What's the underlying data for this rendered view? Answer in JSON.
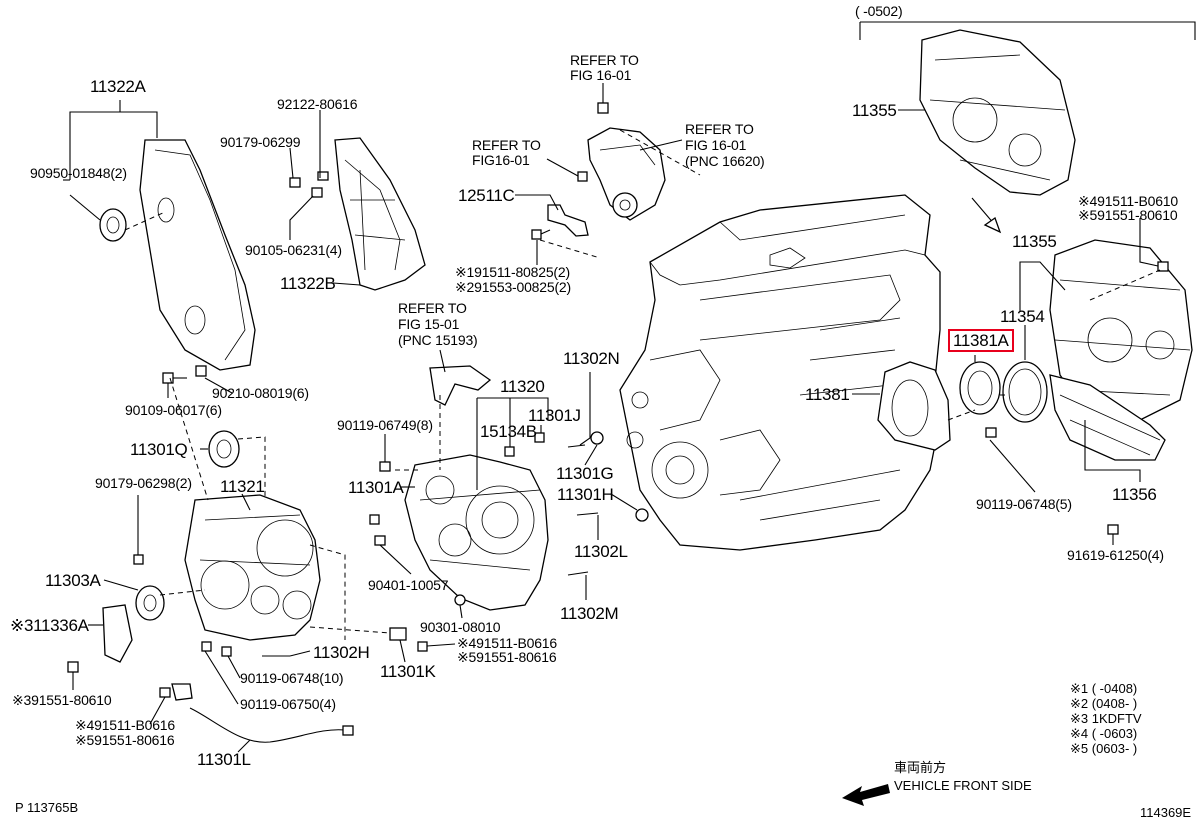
{
  "labels": {
    "p11322A": "11322A",
    "p92122": "92122-80616",
    "p90179a": "90179-06299",
    "p90950": "90950-01848(2)",
    "p90105": "90105-06231(4)",
    "p11322B": "11322B",
    "p90109": "90109-06017(6)",
    "p90210": "90210-08019(6)",
    "refer1": [
      "REFER TO",
      "FIG 16-01"
    ],
    "refer2": [
      "REFER TO",
      "FIG16-01"
    ],
    "refer3": [
      "REFER TO",
      "FIG 16-01",
      "(PNC 16620)"
    ],
    "refer4": [
      "REFER TO",
      "FIG 15-01",
      "(PNC 15193)"
    ],
    "p12511C": "12511C",
    "p191511": "※191511-80825(2)",
    "p291553": "※291553-00825(2)",
    "p11355top": "11355",
    "range0502": "(     -0502)",
    "p491511r": "※491511-B0610",
    "p591551r": "※591551-80610",
    "p11355": "11355",
    "p11354": "11354",
    "p11381A": "11381A",
    "p11381": "11381",
    "p90119r": "90119-06748(5)",
    "p11356": "11356",
    "p91619": "91619-61250(4)",
    "p11302N": "11302N",
    "p11320": "11320",
    "p11301J": "11301J",
    "p15134B": "15134B",
    "p90119a": "90119-06749(8)",
    "p11301G": "11301G",
    "p11301H": "11301H",
    "p11301A": "11301A",
    "p11302L": "11302L",
    "p90401": "90401-10057",
    "p11302M": "11302M",
    "p90301": "90301-08010",
    "p491511c": "※491511-B0616",
    "p591551c": "※591551-80616",
    "p11301K": "11301K",
    "p11302H": "11302H",
    "p11301Q": "11301Q",
    "p90179b": "90179-06298(2)",
    "p11321": "11321",
    "p11303A": "11303A",
    "p11336A": "※311336A",
    "p391551": "※391551-80610",
    "p90119b": "90119-06748(10)",
    "p90119c": "90119-06750(4)",
    "p491511l": "※491511-B0616",
    "p591551l": "※591551-80616",
    "p11301L": "11301L",
    "front_jp": "車両前方",
    "front_en": "VEHICLE FRONT SIDE",
    "footer_left": "P 113765B",
    "footer_right": "114369E"
  },
  "notes": [
    "※1 (      -0408)",
    "※2 (0408-      )",
    "※3 1KDFTV",
    "※4 (      -0603)",
    "※5 (0603-      )"
  ],
  "highlight": {
    "part": "11381A",
    "color": "#e8001c"
  }
}
